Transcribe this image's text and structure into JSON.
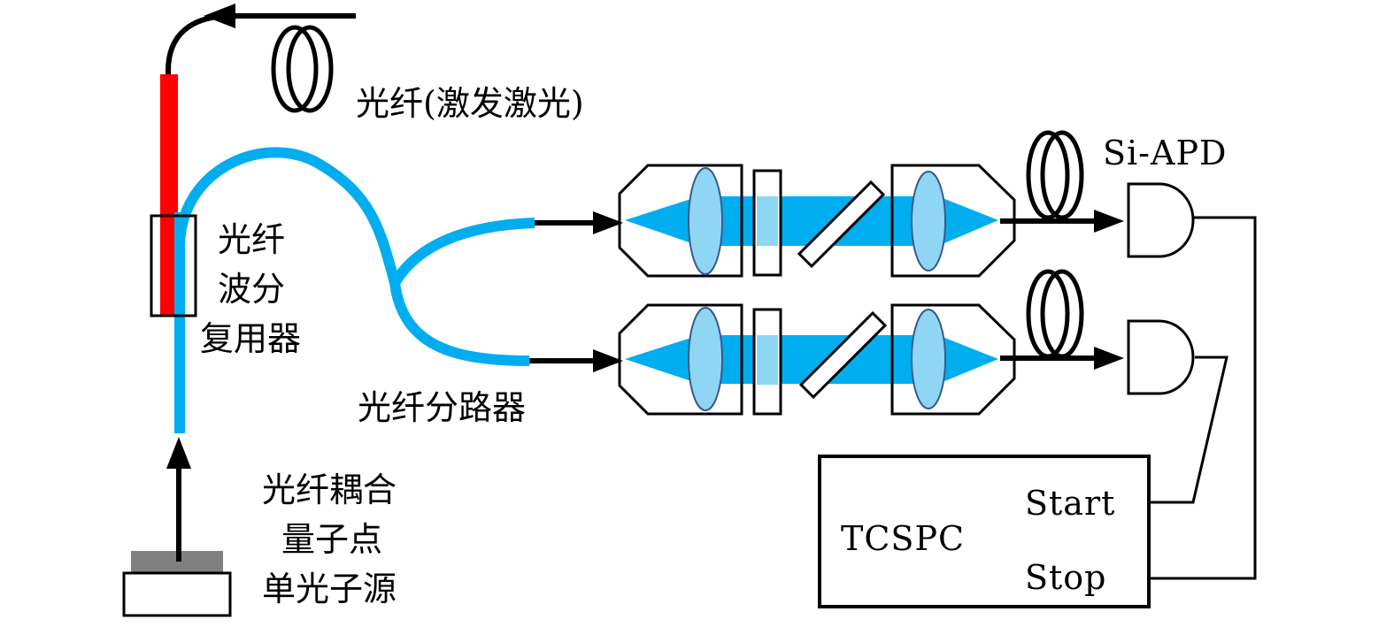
{
  "labels": {
    "excitation_fiber": "光纤(激发激光)",
    "wdm_line1": "光纤",
    "wdm_line2": "波分",
    "wdm_line3": "复用器",
    "splitter": "光纤分路器",
    "source_line1": "光纤耦合",
    "source_line2": "量子点",
    "source_line3": "单光子源",
    "detector": "Si-APD",
    "tcspc": "TCSPC",
    "start": "Start",
    "stop": "Stop"
  },
  "colors": {
    "fiber_blue": "#00AEEF",
    "beam_blue": "#00AEEF",
    "lens_fill": "#8FD6F4",
    "excitation_red": "#FF0000",
    "substrate_gray": "#808080",
    "line_black": "#000000"
  }
}
